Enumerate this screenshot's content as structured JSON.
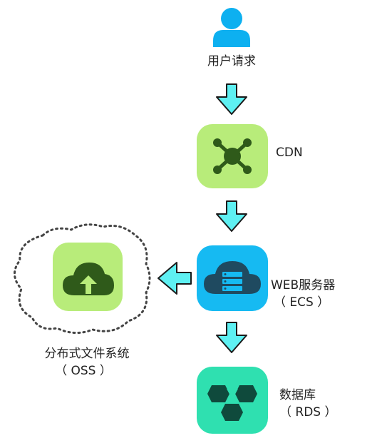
{
  "user": {
    "label": "用户请求",
    "icon": "user-icon",
    "color": "#0db0f0"
  },
  "nodes": {
    "cdn": {
      "label": "CDN",
      "icon": "network-hub-icon",
      "tile_color": "#b8ec7a",
      "icon_color": "#2f5a1a"
    },
    "ecs": {
      "label": "WEB服务器",
      "sublabel": "（ ECS ）",
      "icon": "cloud-server-icon",
      "tile_color": "#16baf2",
      "icon_color": "#1f4a60"
    },
    "rds": {
      "label": "数据库",
      "sublabel": "（ RDS ）",
      "icon": "database-cubes-icon",
      "tile_color": "#2fe0b0",
      "icon_color": "#0f4a3c"
    },
    "oss": {
      "label": "分布式文件系统",
      "sublabel": "（ OSS ）",
      "icon": "cloud-upload-icon",
      "tile_color": "#b8ec7a",
      "icon_color": "#2f5a1a"
    }
  },
  "arrows": {
    "fill": "#5ef0f2",
    "stroke": "#1a1a1a"
  }
}
